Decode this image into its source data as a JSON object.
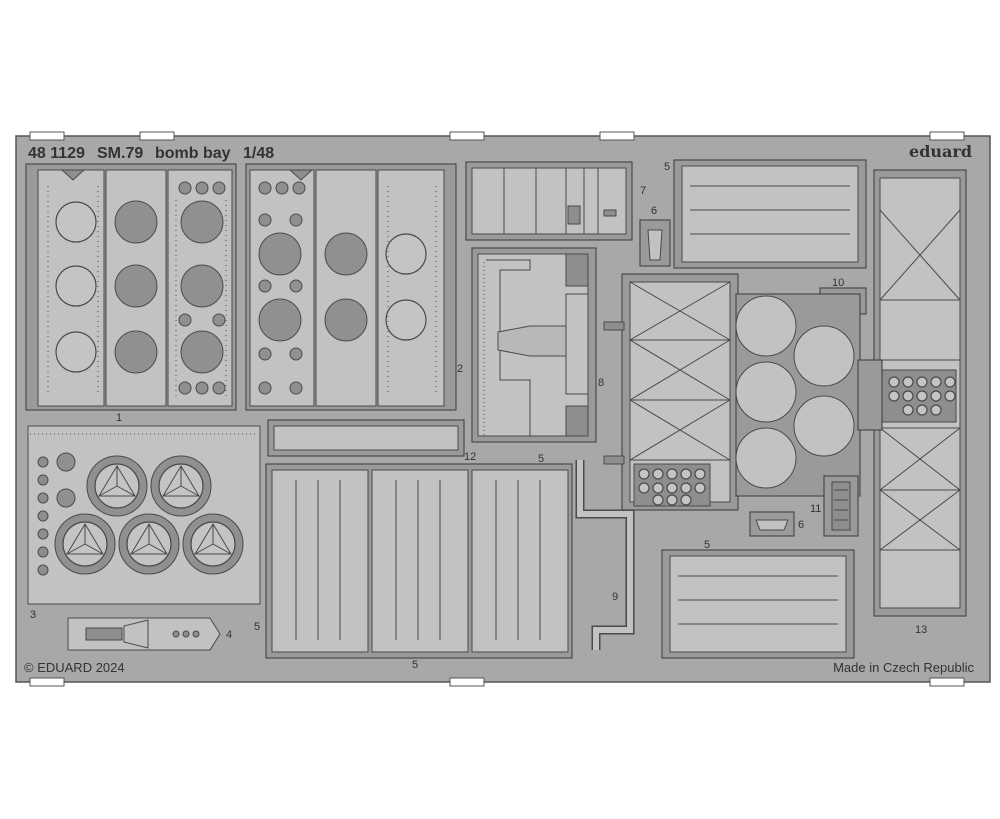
{
  "header": {
    "code": "48 1129",
    "title": "SM.79",
    "subject": "bomb bay",
    "scale": "1/48",
    "brand": "eduard"
  },
  "footer": {
    "copyright": "© EDUARD 2024",
    "origin": "Made in Czech Republic"
  },
  "part_numbers": [
    "1",
    "2",
    "3",
    "4",
    "5",
    "5",
    "5",
    "5",
    "5",
    "6",
    "6",
    "7",
    "8",
    "9",
    "10",
    "11",
    "12",
    "13"
  ],
  "colors": {
    "fret": "#a8a8a8",
    "part_light": "#c2c2c2",
    "part_dark": "#8e8e8e",
    "outline": "#4a4a4a",
    "text": "#333333"
  }
}
